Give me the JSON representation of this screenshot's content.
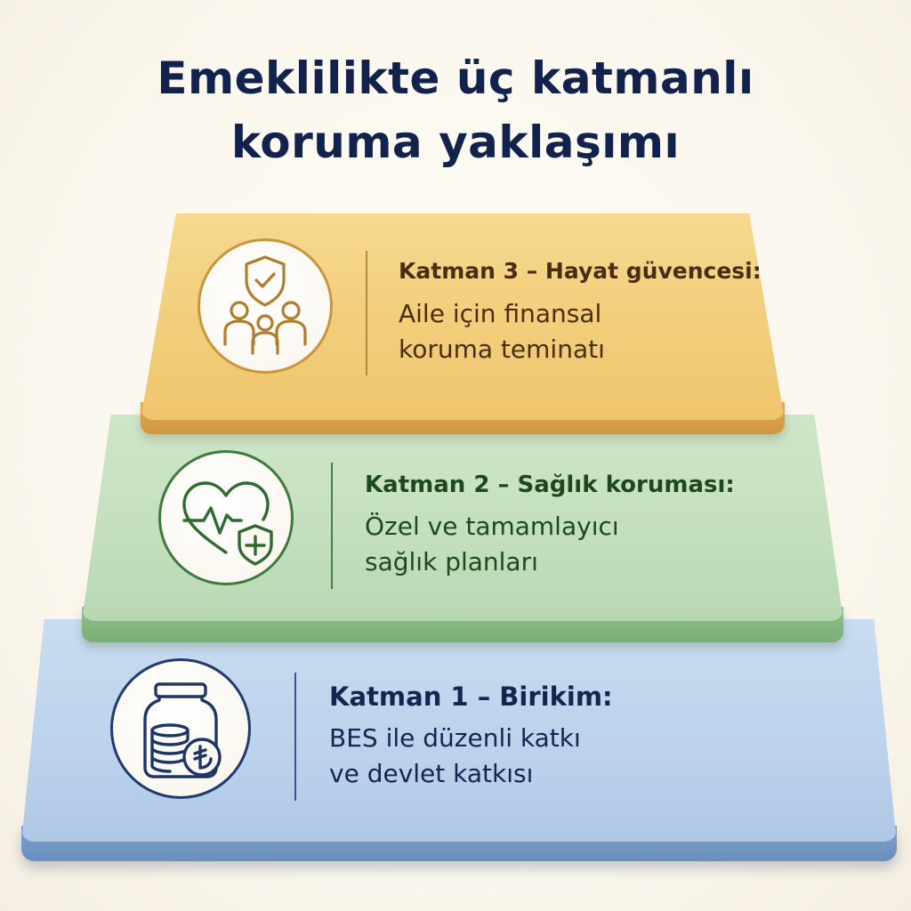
{
  "title": {
    "line1": "Emeklilikte üç katmanlı",
    "line2": "koruma yaklaşımı"
  },
  "layers": [
    {
      "heading": "Katman 3 – Hayat güvencesi:",
      "desc_line1": "Aile için finansal",
      "desc_line2": "koruma teminatı",
      "icon": "family-shield-icon",
      "color": "#f2cd7a",
      "text_color": "#4a2d12"
    },
    {
      "heading": "Katman 2 – Sağlık koruması:",
      "desc_line1": "Özel ve tamamlayıcı",
      "desc_line2": "sağlık planları",
      "icon": "heart-health-shield-icon",
      "color": "#c3dfbd",
      "text_color": "#1d4a1d"
    },
    {
      "heading": "Katman 1 – Birikim:",
      "desc_line1": "BES ile düzenli katkı",
      "desc_line2": "ve devlet katkısı",
      "icon": "savings-jar-lira-icon",
      "color": "#bcd2ec",
      "text_color": "#122650"
    }
  ]
}
